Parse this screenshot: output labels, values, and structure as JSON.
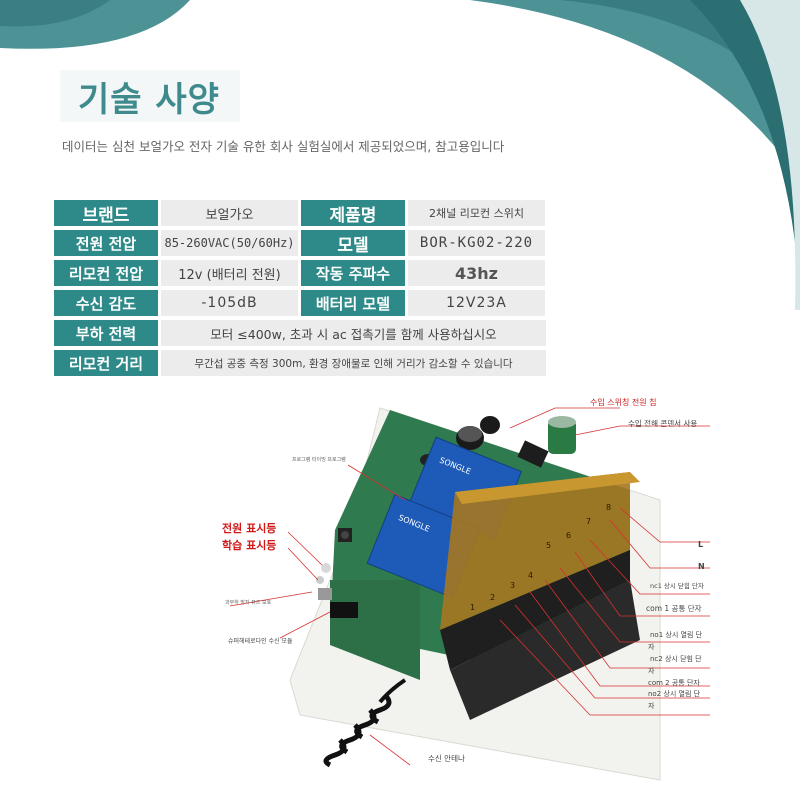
{
  "header": {
    "title": "기술 사양",
    "subtitle": "데이터는 심천 보얼가오 전자 기술 유한 회사 실험실에서 제공되었으며, 참고용입니다"
  },
  "specs": {
    "rows": [
      {
        "label": "브랜드",
        "value": "보얼가오",
        "label2": "제품명",
        "value2": "2채널 리모컨 스위치"
      },
      {
        "label": "전원 전압",
        "value": "85-260VAC(50/60Hz)",
        "label2": "모델",
        "value2": "BOR-KG02-220"
      },
      {
        "label": "리모컨 전압",
        "value": "12v (배터리 전원)",
        "label2": "작동 주파수",
        "value2": "43hz"
      },
      {
        "label": "수신 감도",
        "value": "-105dB",
        "label2": "배터리 모델",
        "value2": "12V23A"
      },
      {
        "label": "부하 전력",
        "value": "모터 ≤400w, 초과 시 ac 접촉기를 함께 사용하십시오"
      },
      {
        "label": "리모컨 거리",
        "value": "무간섭 공중 측정 300m, 환경 장애물로 인해 거리가 감소할 수 있습니다"
      }
    ]
  },
  "board": {
    "terminal_numbers": [
      "1",
      "2",
      "3",
      "4",
      "5",
      "6",
      "7",
      "8"
    ],
    "relay_text": "SONGLE",
    "annotations": {
      "switch_power": "수입 스위칭 전원 칩",
      "capacitor": "수입 전해 콘덴서 사용",
      "program": "프로그램 타이밍 프로그램",
      "power_led": "전원 표시등",
      "learn_led": "학습 표시등",
      "protection": "과부하 방지 퓨즈 보호",
      "receive": "슈퍼헤테로다인 수신 모듈",
      "L": "L",
      "N": "N",
      "nc1": "nc1 상시 닫힘 단자",
      "com1": "com 1 공통 단자",
      "no1": "no1 상시 열림 단",
      "no1b": "자",
      "nc2": "nc2 상시 닫힘 단",
      "nc2b": "자",
      "com2": "com 2 공통 단자",
      "no2": "no2 상시 열림 단",
      "no2b": "자",
      "antenna": "수신 안테나"
    }
  }
}
